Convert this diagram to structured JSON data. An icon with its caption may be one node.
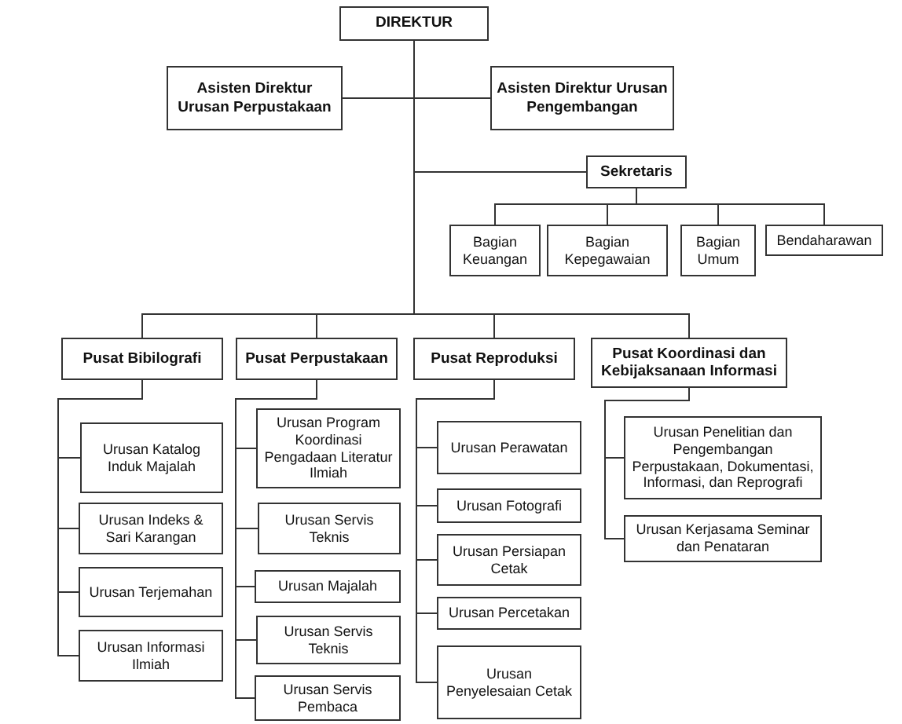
{
  "diagram": {
    "nodes": [
      {
        "text": [
          "DIREKTUR"
        ]
      },
      {
        "text": [
          "Asisten Direktur Urusan Perpustakaan"
        ]
      },
      {
        "text": [
          "Asisten Direktur Urusan Pengembangan"
        ]
      },
      {
        "text": [
          "Sekretaris"
        ]
      },
      {
        "text": [
          "Bagian Keuangan"
        ]
      },
      {
        "text": [
          "Bagian Kepegawaian"
        ]
      },
      {
        "text": [
          "Bagian Umum"
        ]
      },
      {
        "text": [
          "Bendaharawan"
        ]
      },
      {
        "text": [
          "Pusat Bibilografi"
        ]
      },
      {
        "text": [
          "Pusat Perpustakaan"
        ]
      },
      {
        "text": [
          "Pusat Reproduksi"
        ]
      },
      {
        "text": [
          "Pusat Koordinasi dan Kebijaksanaan Informasi"
        ]
      },
      {
        "text": [
          "Urusan Katalog Induk Majalah"
        ]
      },
      {
        "text": [
          "Urusan Indeks & Sari Karangan"
        ]
      },
      {
        "text": [
          "Urusan Terjemahan"
        ]
      },
      {
        "text": [
          "Urusan Informasi Ilmiah"
        ]
      },
      {
        "text": [
          "Urusan Program Koordinasi Pengadaan Literatur Ilmiah"
        ]
      },
      {
        "text": [
          "Urusan Servis Teknis"
        ]
      },
      {
        "text": [
          "Urusan Majalah"
        ]
      },
      {
        "text": [
          "Urusan Servis Teknis"
        ]
      },
      {
        "text": [
          "Urusan Servis Pembaca"
        ]
      },
      {
        "text": [
          "Urusan Perawatan"
        ]
      },
      {
        "text": [
          "Urusan Fotografi"
        ]
      },
      {
        "text": [
          "Urusan Persiapan Cetak"
        ]
      },
      {
        "text": [
          "Urusan Percetakan"
        ]
      },
      {
        "text": [
          "Urusan Penyelesaian Cetak"
        ]
      },
      {
        "text": [
          "Urusan Penelitian dan Pengembangan Perpustakaan, Dokumentasi, Informasi, dan Reprografi"
        ]
      },
      {
        "text": [
          "Urusan Kerjasama Seminar dan Penataran"
        ]
      }
    ],
    "edges": [
      {
        "from": 0,
        "to": 1,
        "arrow": "none"
      },
      {
        "from": 0,
        "to": 2,
        "arrow": "none"
      },
      {
        "from": 0,
        "to": 3,
        "arrow": "none"
      },
      {
        "from": 3,
        "to": 4,
        "arrow": "none"
      },
      {
        "from": 3,
        "to": 5,
        "arrow": "none"
      },
      {
        "from": 3,
        "to": 6,
        "arrow": "none"
      },
      {
        "from": 3,
        "to": 7,
        "arrow": "none"
      },
      {
        "from": 0,
        "to": 8,
        "arrow": "none"
      },
      {
        "from": 0,
        "to": 9,
        "arrow": "none"
      },
      {
        "from": 0,
        "to": 10,
        "arrow": "none"
      },
      {
        "from": 0,
        "to": 11,
        "arrow": "none"
      },
      {
        "from": 8,
        "to": 12,
        "arrow": "none"
      },
      {
        "from": 8,
        "to": 13,
        "arrow": "none"
      },
      {
        "from": 8,
        "to": 14,
        "arrow": "none"
      },
      {
        "from": 8,
        "to": 15,
        "arrow": "none"
      },
      {
        "from": 9,
        "to": 16,
        "arrow": "none"
      },
      {
        "from": 9,
        "to": 17,
        "arrow": "none"
      },
      {
        "from": 9,
        "to": 18,
        "arrow": "none"
      },
      {
        "from": 9,
        "to": 19,
        "arrow": "none"
      },
      {
        "from": 9,
        "to": 20,
        "arrow": "none"
      },
      {
        "from": 10,
        "to": 21,
        "arrow": "none"
      },
      {
        "from": 10,
        "to": 22,
        "arrow": "none"
      },
      {
        "from": 10,
        "to": 23,
        "arrow": "none"
      },
      {
        "from": 10,
        "to": 24,
        "arrow": "none"
      },
      {
        "from": 10,
        "to": 25,
        "arrow": "none"
      },
      {
        "from": 11,
        "to": 26,
        "arrow": "none"
      },
      {
        "from": 11,
        "to": 27,
        "arrow": "none"
      }
    ]
  }
}
